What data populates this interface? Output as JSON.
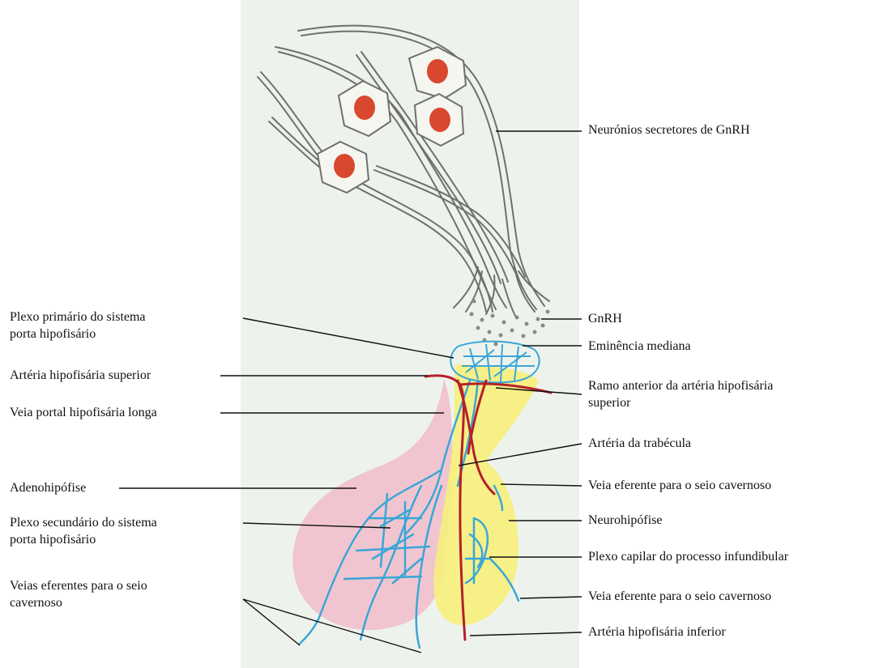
{
  "labels": {
    "neuronios": "Neurónios secretores de GnRH",
    "gnrh": "GnRH",
    "eminencia": "Eminência mediana",
    "ramo_line1": "Ramo anterior da artéria hipofisária",
    "ramo_line2": "superior",
    "arteria_trabecula": "Artéria da trabécula",
    "veia_eferente_1": "Veia eferente para o seio cavernoso",
    "neurohipofise": "Neurohipófise",
    "plexo_capilar": "Plexo capilar do processo infundibular",
    "veia_eferente_2": "Veia eferente para o seio cavernoso",
    "arteria_inferior": "Artéria hipofisária inferior",
    "plexo_primario_line1": "Plexo primário do sistema",
    "plexo_primario_line2": "porta hipofisário",
    "arteria_superior": "Artéria hipofisária superior",
    "veia_portal": "Veia portal hipofisária longa",
    "adenohipofise": "Adenohipófise",
    "plexo_secundario_line1": "Plexo secundário do sistema",
    "plexo_secundario_line2": "porta hipofisário",
    "veias_eferentes_line1": "Veias eferentes para o seio",
    "veias_eferentes_line2": "cavernoso"
  },
  "colors": {
    "background_panel": "#edf3ec",
    "adenohypophysis": "#f1bccb",
    "neurohypophysis": "#f6ef7c",
    "capillary": "#3aa6d8",
    "artery": "#b5202a",
    "nucleus": "#d9472f",
    "neuron_outline": "#6f6f6f",
    "leader_line": "#111111"
  }
}
